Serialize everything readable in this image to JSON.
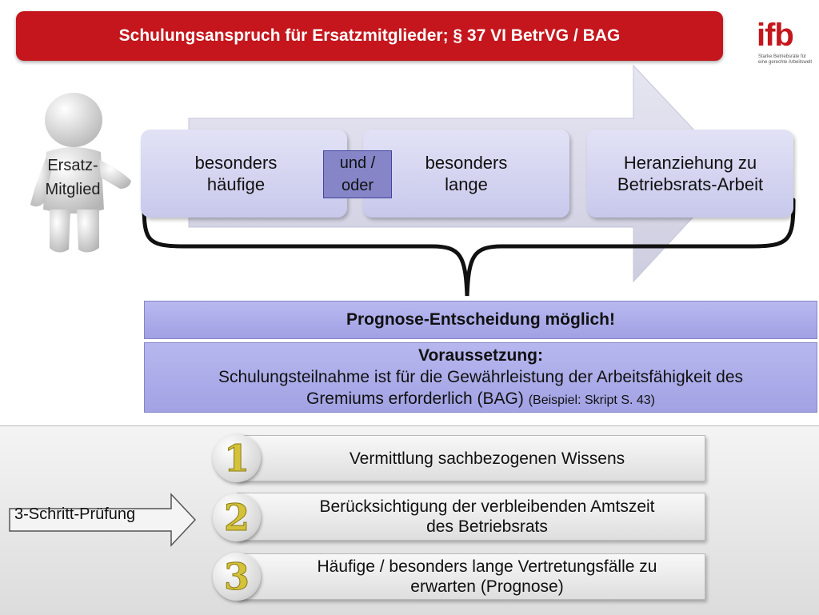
{
  "title": "Schulungsanspruch für Ersatzmitglieder; § 37 VI BetrVG / BAG",
  "logo": {
    "word": "ifb",
    "tagline": "Starke Betriebsräte für eine gerechte Arbeitswelt"
  },
  "figure_label": [
    "Ersatz-",
    "Mitglied"
  ],
  "steps": [
    {
      "lines": [
        "besonders",
        "häufige"
      ]
    },
    {
      "lines": [
        "besonders",
        "lange"
      ]
    },
    {
      "lines": [
        "Heranziehung zu",
        "Betriebsrats-Arbeit"
      ]
    }
  ],
  "connector": [
    "und /",
    "oder"
  ],
  "prognose": "Prognose-Entscheidung möglich!",
  "voraussetzung": {
    "heading": "Voraussetzung:",
    "line1": "Schulungsteilnahme ist für die Gewährleistung der Arbeitsfähigkeit des",
    "line2": "Gremiums erforderlich (BAG)",
    "note": "(Beispiel: Skript S. 43)"
  },
  "check_label": "3-Schritt-Prüfung",
  "checks": [
    {
      "number": "1",
      "lines": [
        "Vermittlung sachbezogenen Wissens"
      ]
    },
    {
      "number": "2",
      "lines": [
        "Berücksichtigung der verbleibenden Amtszeit",
        "des Betriebsrats"
      ]
    },
    {
      "number": "3",
      "lines": [
        "Häufige / besonders lange Vertretungsfälle zu",
        "erwarten (Prognose)"
      ]
    }
  ],
  "colors": {
    "title_bar": "#c4161c",
    "step_fill": "#d6d6f2",
    "connector_fill": "#8585c8",
    "band_fill": "#aaaae8",
    "big_arrow": "#dcdcec"
  }
}
